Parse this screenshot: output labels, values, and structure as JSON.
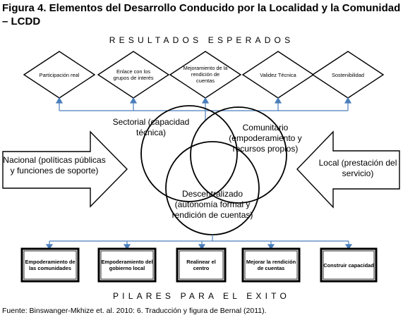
{
  "title": "Figura 4. Elementos del Desarrollo Conducido por la Localidad y la Comunidad – LCDD",
  "results_heading": "RESULTADOS ESPERADOS",
  "results": [
    "Participación real",
    "Enlace con los grupos de interés",
    "Mejoramiento de la rendición de cuentas",
    "Validez Técnica",
    "Sostenibilidad"
  ],
  "circles": {
    "sectorial": "Sectorial (capacidad técnica)",
    "comunitario": "Comunitario (empoderamiento y recursos propios)",
    "descentralizado": "Descentralizado (autonomía formal y rendición de cuentas)"
  },
  "arrows": {
    "nacional": "Nacional (políticas públicas y funciones de soporte)",
    "local": "Local (prestación del servicio)"
  },
  "pillars": [
    "Empoderamiento de las comunidades",
    "Empoderamiento del gobierno local",
    "Realinear el centro",
    "Mejorar la rendición de cuentas",
    "Construir capacidad"
  ],
  "pillars_heading": "PILARES PARA EL EXITO",
  "source": "Fuente: Binswanger-Mkhize et. al. 2010: 6. Traducción y figura de Bernal (2011).",
  "colors": {
    "connector": "#4a7ebb",
    "shape_stroke": "#000000"
  }
}
